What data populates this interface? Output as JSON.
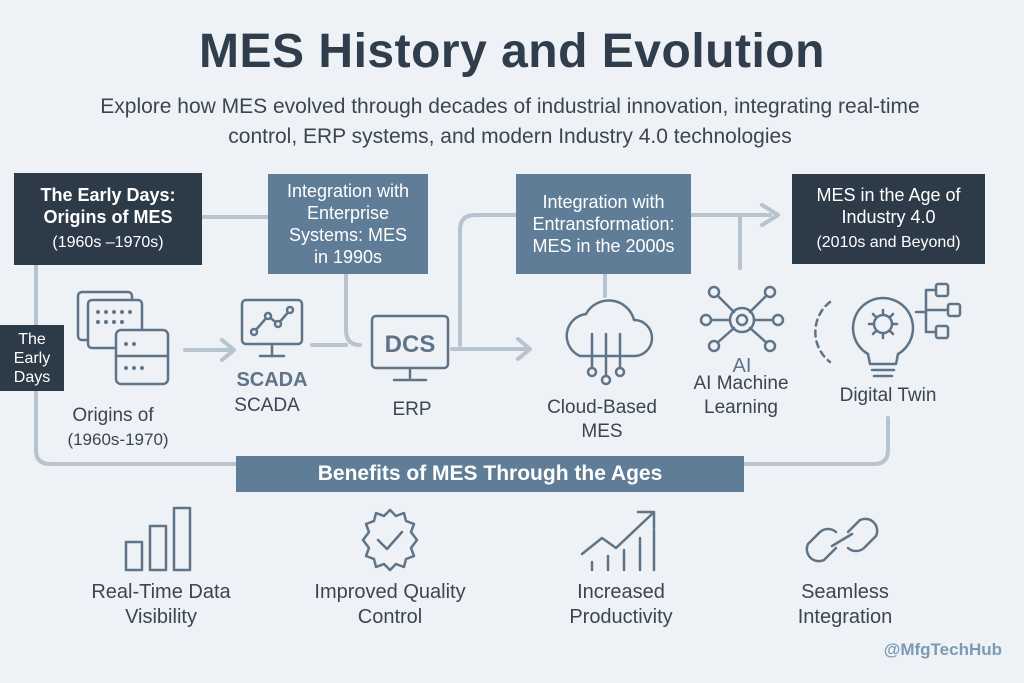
{
  "title": "MES History and Evolution",
  "subtitle": "Explore how MES evolved through decades of industrial innovation, integrating real-time control, ERP systems, and modern Industry 4.0 technologies",
  "stages": {
    "early": {
      "title": "The Early Days: Origins of MES",
      "years": "(1960s –1970s)"
    },
    "enterprise": {
      "title": "Integration with Enterprise Systems: MES in 1990s"
    },
    "transformation": {
      "title": "Integration with Entransformation: MES in the 2000s"
    },
    "industry4": {
      "title": "MES in the Age of Industry 4.0",
      "years": "(2010s and Beyond)"
    }
  },
  "side_tag": "The Early Days",
  "nodes": {
    "origins": "Origins of",
    "origins_years": "(1960s-1970)",
    "scada_icon_text": "SCADA",
    "scada": "SCADA",
    "dcs_icon_text": "DCS",
    "erp": "ERP",
    "cloud": "Cloud-Based MES",
    "ai_icon_text": "AI",
    "ai": "AI Machine Learning",
    "twin": "Digital Twin"
  },
  "banner": "Benefits of MES Through the Ages",
  "benefits": [
    {
      "label": "Real-Time Data Visibility",
      "icon": "bar-chart-icon"
    },
    {
      "label": "Improved Quality Control",
      "icon": "gear-check-icon"
    },
    {
      "label": "Increased Productivity",
      "icon": "trend-up-icon"
    },
    {
      "label": "Seamless Integration",
      "icon": "link-icon"
    }
  ],
  "handle": "@MfgTechHub",
  "colors": {
    "dark": "#2d3a48",
    "mid": "#5f7d96",
    "line": "#b7c3cf",
    "icon": "#5f7488"
  }
}
